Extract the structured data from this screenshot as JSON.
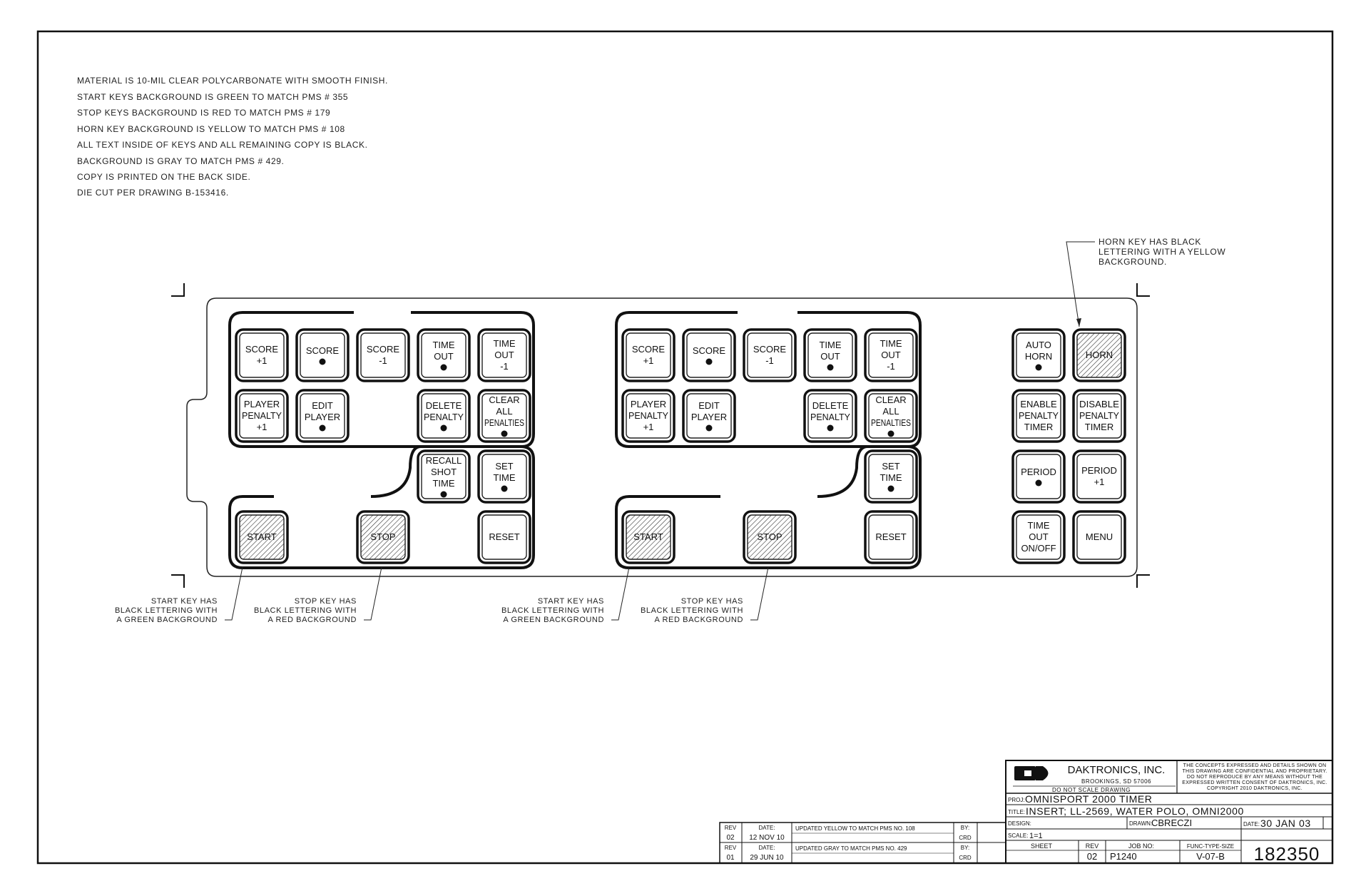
{
  "notes": [
    "MATERIAL IS 10-MIL CLEAR POLYCARBONATE WITH SMOOTH FINISH.",
    "START KEYS BACKGROUND IS GREEN TO MATCH PMS # 355",
    "STOP KEYS BACKGROUND IS RED TO MATCH PMS # 179",
    "HORN KEY BACKGROUND IS YELLOW TO MATCH PMS # 108",
    "ALL TEXT INSIDE OF KEYS AND ALL REMAINING COPY IS BLACK.",
    "BACKGROUND IS GRAY TO MATCH PMS # 429.",
    "COPY IS PRINTED ON THE BACK SIDE.",
    "DIE CUT PER DRAWING B-153416."
  ],
  "team_keys": [
    {
      "id": "score-plus-1",
      "lines": [
        "SCORE",
        "+1"
      ],
      "dot": false
    },
    {
      "id": "score",
      "lines": [
        "SCORE"
      ],
      "dot": true
    },
    {
      "id": "score-minus-1",
      "lines": [
        "SCORE",
        "-1"
      ],
      "dot": false
    },
    {
      "id": "time-out",
      "lines": [
        "TIME",
        "OUT"
      ],
      "dot": true
    },
    {
      "id": "time-out-minus-1",
      "lines": [
        "TIME",
        "OUT",
        "-1"
      ],
      "dot": false
    },
    {
      "id": "player-penalty-plus-1",
      "lines": [
        "PLAYER",
        "PENALTY",
        "+1"
      ],
      "dot": false
    },
    {
      "id": "edit-player",
      "lines": [
        "EDIT",
        "PLAYER"
      ],
      "dot": true
    },
    {
      "id": "delete-penalty",
      "lines": [
        "DELETE",
        "PENALTY"
      ],
      "dot": true
    },
    {
      "id": "clear-all-penalties",
      "lines": [
        "CLEAR",
        "ALL",
        "PENALTIES"
      ],
      "dot": true
    },
    {
      "id": "recall-shot-time",
      "lines": [
        "RECALL",
        "SHOT",
        "TIME"
      ],
      "dot": true
    },
    {
      "id": "set-time",
      "lines": [
        "SET",
        "TIME"
      ],
      "dot": true
    },
    {
      "id": "start",
      "lines": [
        "START"
      ],
      "dot": false,
      "shade": "green"
    },
    {
      "id": "stop",
      "lines": [
        "STOP"
      ],
      "dot": false,
      "shade": "red"
    },
    {
      "id": "reset",
      "lines": [
        "RESET"
      ],
      "dot": false
    }
  ],
  "right_keys": [
    {
      "id": "auto-horn",
      "lines": [
        "AUTO",
        "HORN"
      ],
      "dot": true
    },
    {
      "id": "horn",
      "lines": [
        "HORN"
      ],
      "dot": false,
      "shade": "yellow"
    },
    {
      "id": "enable-penalty-timer",
      "lines": [
        "ENABLE",
        "PENALTY",
        "TIMER"
      ],
      "dot": false
    },
    {
      "id": "disable-penalty-timer",
      "lines": [
        "DISABLE",
        "PENALTY",
        "TIMER"
      ],
      "dot": false
    },
    {
      "id": "period",
      "lines": [
        "PERIOD"
      ],
      "dot": true
    },
    {
      "id": "period-plus-1",
      "lines": [
        "PERIOD",
        "+1"
      ],
      "dot": false
    },
    {
      "id": "time-out-on-off",
      "lines": [
        "TIME",
        "OUT",
        "ON/OFF"
      ],
      "dot": false
    },
    {
      "id": "menu",
      "lines": [
        "MENU"
      ],
      "dot": false
    }
  ],
  "callouts": {
    "horn": [
      "HORN KEY HAS BLACK",
      "LETTERING WITH A YELLOW",
      "BACKGROUND."
    ],
    "start": [
      "START KEY HAS",
      "BLACK LETTERING WITH",
      "A GREEN BACKGROUND"
    ],
    "stop": [
      "STOP KEY HAS",
      "BLACK LETTERING WITH",
      "A RED BACKGROUND"
    ]
  },
  "title_block": {
    "company": "DAKTRONICS, INC.",
    "city": "BROOKINGS, SD 57006",
    "no_scale": "DO NOT SCALE DRAWING",
    "confidential": [
      "THE CONCEPTS EXPRESSED AND DETAILS SHOWN ON",
      "THIS DRAWING ARE CONFIDENTIAL AND PROPRIETARY.",
      "DO NOT REPRODUCE BY ANY MEANS WITHOUT THE",
      "EXPRESSED WRITTEN CONSENT OF DAKTRONICS, INC.",
      "COPYRIGHT 2010 DAKTRONICS, INC."
    ],
    "proj_label": "PROJ:",
    "proj": "OMNISPORT 2000 TIMER",
    "title_label": "TITLE:",
    "title": "INSERT; LL-2569, WATER POLO, OMNI2000",
    "design_label": "DESIGN:",
    "drawn_label": "DRAWN:",
    "drawn": "CBRECZI",
    "date_label": "DATE:",
    "date": "30 JAN 03",
    "scale_label": "SCALE:",
    "scale": "1=1",
    "sheet_label": "SHEET",
    "rev_label": "REV",
    "rev": "02",
    "job_label": "JOB NO:",
    "job": "P1240",
    "func_label": "FUNC-TYPE-SIZE",
    "func": "V-07-B",
    "drawing_number": "182350"
  },
  "revisions": [
    {
      "rev_label": "REV",
      "rev": "02",
      "date_label": "DATE:",
      "date": "12 NOV 10",
      "description": "UPDATED YELLOW TO MATCH PMS NO. 108",
      "by_label": "BY:",
      "by": "CRD"
    },
    {
      "rev_label": "REV",
      "rev": "01",
      "date_label": "DATE:",
      "date": "29 JUN 10",
      "description": "UPDATED GRAY TO MATCH PMS NO. 429",
      "by_label": "BY:",
      "by": "CRD"
    }
  ]
}
